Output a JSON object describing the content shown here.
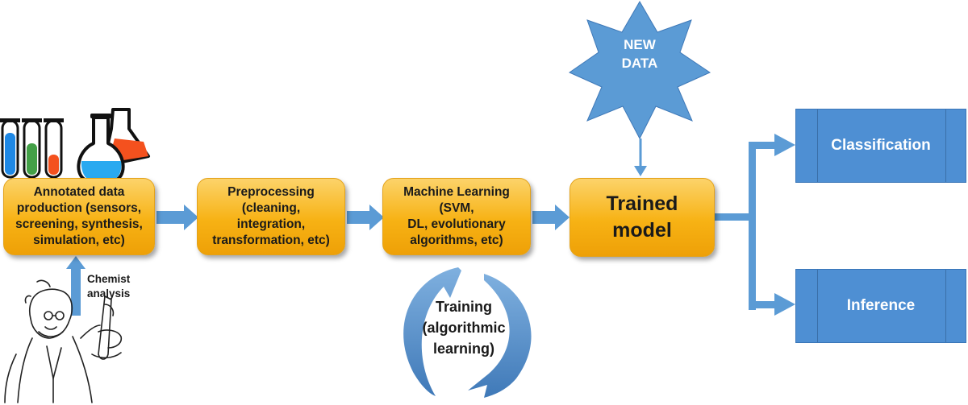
{
  "steps": {
    "annotated": "Annotated data\nproduction (sensors,\nscreening, synthesis,\nsimulation, etc)",
    "preprocessing": "Preprocessing\n(cleaning,\nintegration,\ntransformation, etc)",
    "ml": "Machine Learning\n(SVM,\nDL, evolutionary\nalgorithms, etc)",
    "trained": "Trained\nmodel"
  },
  "new_data": "NEW\nDATA",
  "chemist": "Chemist\nanalysis",
  "training": "Training\n(algorithmic\nlearning)",
  "outputs": {
    "classification": "Classification",
    "inference": "Inference"
  },
  "colors": {
    "box_orange": "#f7b214",
    "arrow_blue": "#5b9bd5",
    "output_blue": "#4e8fd3",
    "tube_blue": "#1e88e5",
    "tube_green": "#43a047",
    "tube_red": "#f4511e"
  },
  "icons": [
    "test-tubes-icon",
    "flask-icon",
    "chemist-illustration"
  ]
}
